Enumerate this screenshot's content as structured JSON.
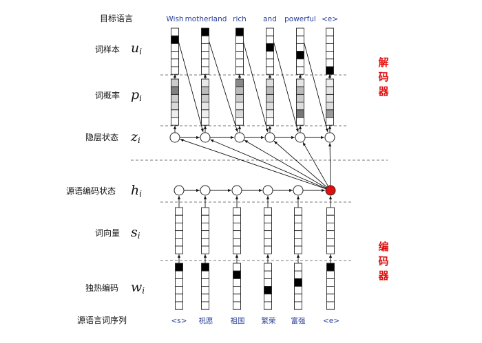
{
  "row_labels": {
    "target_language": "目标语言",
    "word_sample": "词样本",
    "word_prob": "词概率",
    "hidden_state": "隐层状态",
    "source_encoding": "源语编码状态",
    "word_vector": "词向量",
    "one_hot": "独热编码",
    "source_sequence": "源语言词序列"
  },
  "math_symbols": {
    "u": {
      "main": "u",
      "sub": "i"
    },
    "p": {
      "main": "p",
      "sub": "i"
    },
    "z": {
      "main": "z",
      "sub": "i"
    },
    "h": {
      "main": "h",
      "sub": "i"
    },
    "s": {
      "main": "s",
      "sub": "i"
    },
    "w": {
      "main": "w",
      "sub": "i"
    }
  },
  "target_words": [
    "Wish",
    "motherland",
    "rich",
    "and",
    "powerful",
    "<e>"
  ],
  "source_words": [
    "<s>",
    "祝愿",
    "祖国",
    "繁荣",
    "富强",
    "<e>"
  ],
  "decoder_label": [
    "解",
    "码",
    "器"
  ],
  "encoder_label": [
    "编",
    "码",
    "器"
  ],
  "colors": {
    "accent_red": "#e01010",
    "word_blue": "#2a3f9a",
    "final_state_fill": "#e01010"
  },
  "sample_onehot_index": [
    1,
    0,
    0,
    2,
    3,
    5
  ],
  "prob_shades": [
    [
      "#cccccc",
      "#808080",
      "#cccccc",
      "#d9d9d9",
      "#eeeeee",
      "#ffffff"
    ],
    [
      "#e8e8e8",
      "#bbbbbb",
      "#cccccc",
      "#e8e8e8",
      "#eeeeee",
      "#ffffff"
    ],
    [
      "#888888",
      "#bbbbbb",
      "#cccccc",
      "#eeeeee",
      "#d9d9d9",
      "#ffffff"
    ],
    [
      "#dddddd",
      "#bbbbbb",
      "#cccccc",
      "#dddddd",
      "#eeeeee",
      "#ffffff"
    ],
    [
      "#e5e5e5",
      "#bbbbbb",
      "#cccccc",
      "#dddddd",
      "#777777",
      "#ffffff"
    ],
    [
      "#eeeeee",
      "#e5e5e5",
      "#e5e5e5",
      "#dddddd",
      "#999999",
      "#ffffff"
    ]
  ],
  "source_onehot_index": [
    0,
    0,
    1,
    3,
    2,
    0
  ]
}
